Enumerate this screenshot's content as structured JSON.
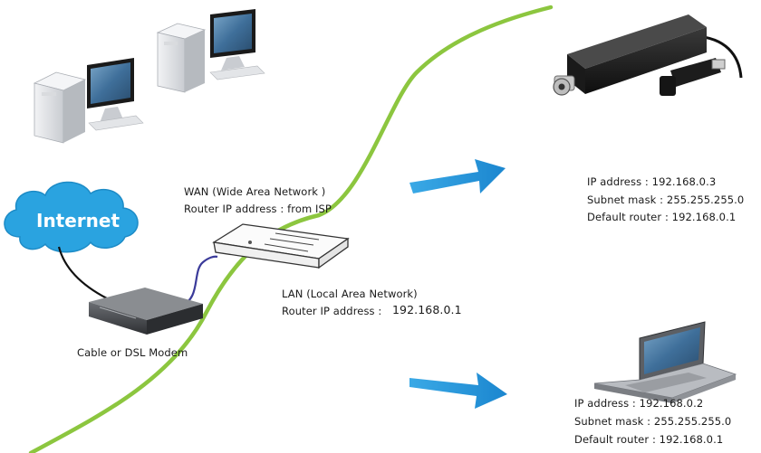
{
  "internet_label": "Internet",
  "modem_label": "Cable or DSL Modem",
  "wan": {
    "title": "WAN (Wide Area Network )",
    "router_ip": "Router IP address : from ISP"
  },
  "lan": {
    "title": "LAN (Local Area Network)",
    "router_ip_label": "Router IP address :",
    "router_ip_value": "192.168.0.1"
  },
  "camera_device": {
    "ip": "IP address : 192.168.0.3",
    "subnet": "Subnet mask : 255.255.255.0",
    "router": "Default router : 192.168.0.1"
  },
  "laptop_device": {
    "ip": "IP address : 192.168.0.2",
    "subnet": "Subnet mask : 255.255.255.0",
    "router": "Default router : 192.168.0.1"
  },
  "colors": {
    "network_curve": "#8cc63f",
    "cloud": "#2aa3e0",
    "arrow": "#1d8fd6",
    "lan_cable": "#3b3b9a"
  },
  "icons": [
    "internet-cloud-icon",
    "modem-icon",
    "router-icon",
    "desktop-computer-icon",
    "video-encoder-icon",
    "laptop-icon",
    "arrow-right-icon"
  ]
}
